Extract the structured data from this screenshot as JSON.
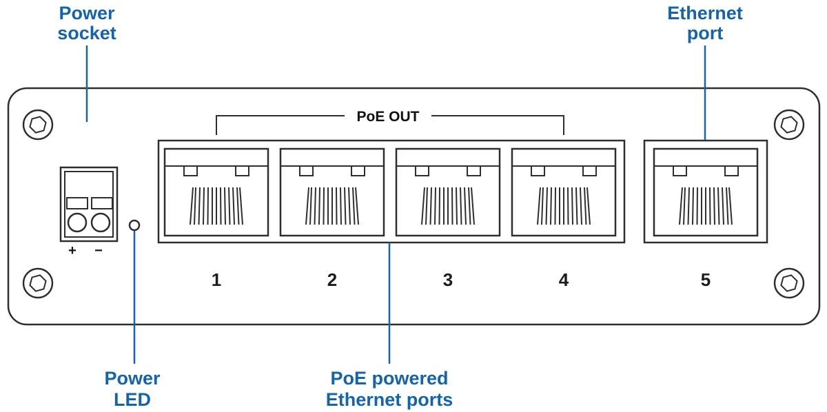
{
  "colors": {
    "accent_blue": "#1464ad",
    "outline": "#2e2e2e",
    "background": "#ffffff"
  },
  "callouts": {
    "power_socket": {
      "line1": "Power",
      "line2": "socket"
    },
    "ethernet_port": {
      "line1": "Ethernet",
      "line2": "port"
    },
    "power_led": {
      "line1": "Power",
      "line2": "LED"
    },
    "poe_ports": {
      "line1": "PoE powered",
      "line2": "Ethernet ports"
    }
  },
  "poe_group_label": "PoE OUT",
  "port_numbers": [
    "1",
    "2",
    "3",
    "4",
    "5"
  ],
  "power_socket_polarity": {
    "positive": "+",
    "negative": "−"
  }
}
